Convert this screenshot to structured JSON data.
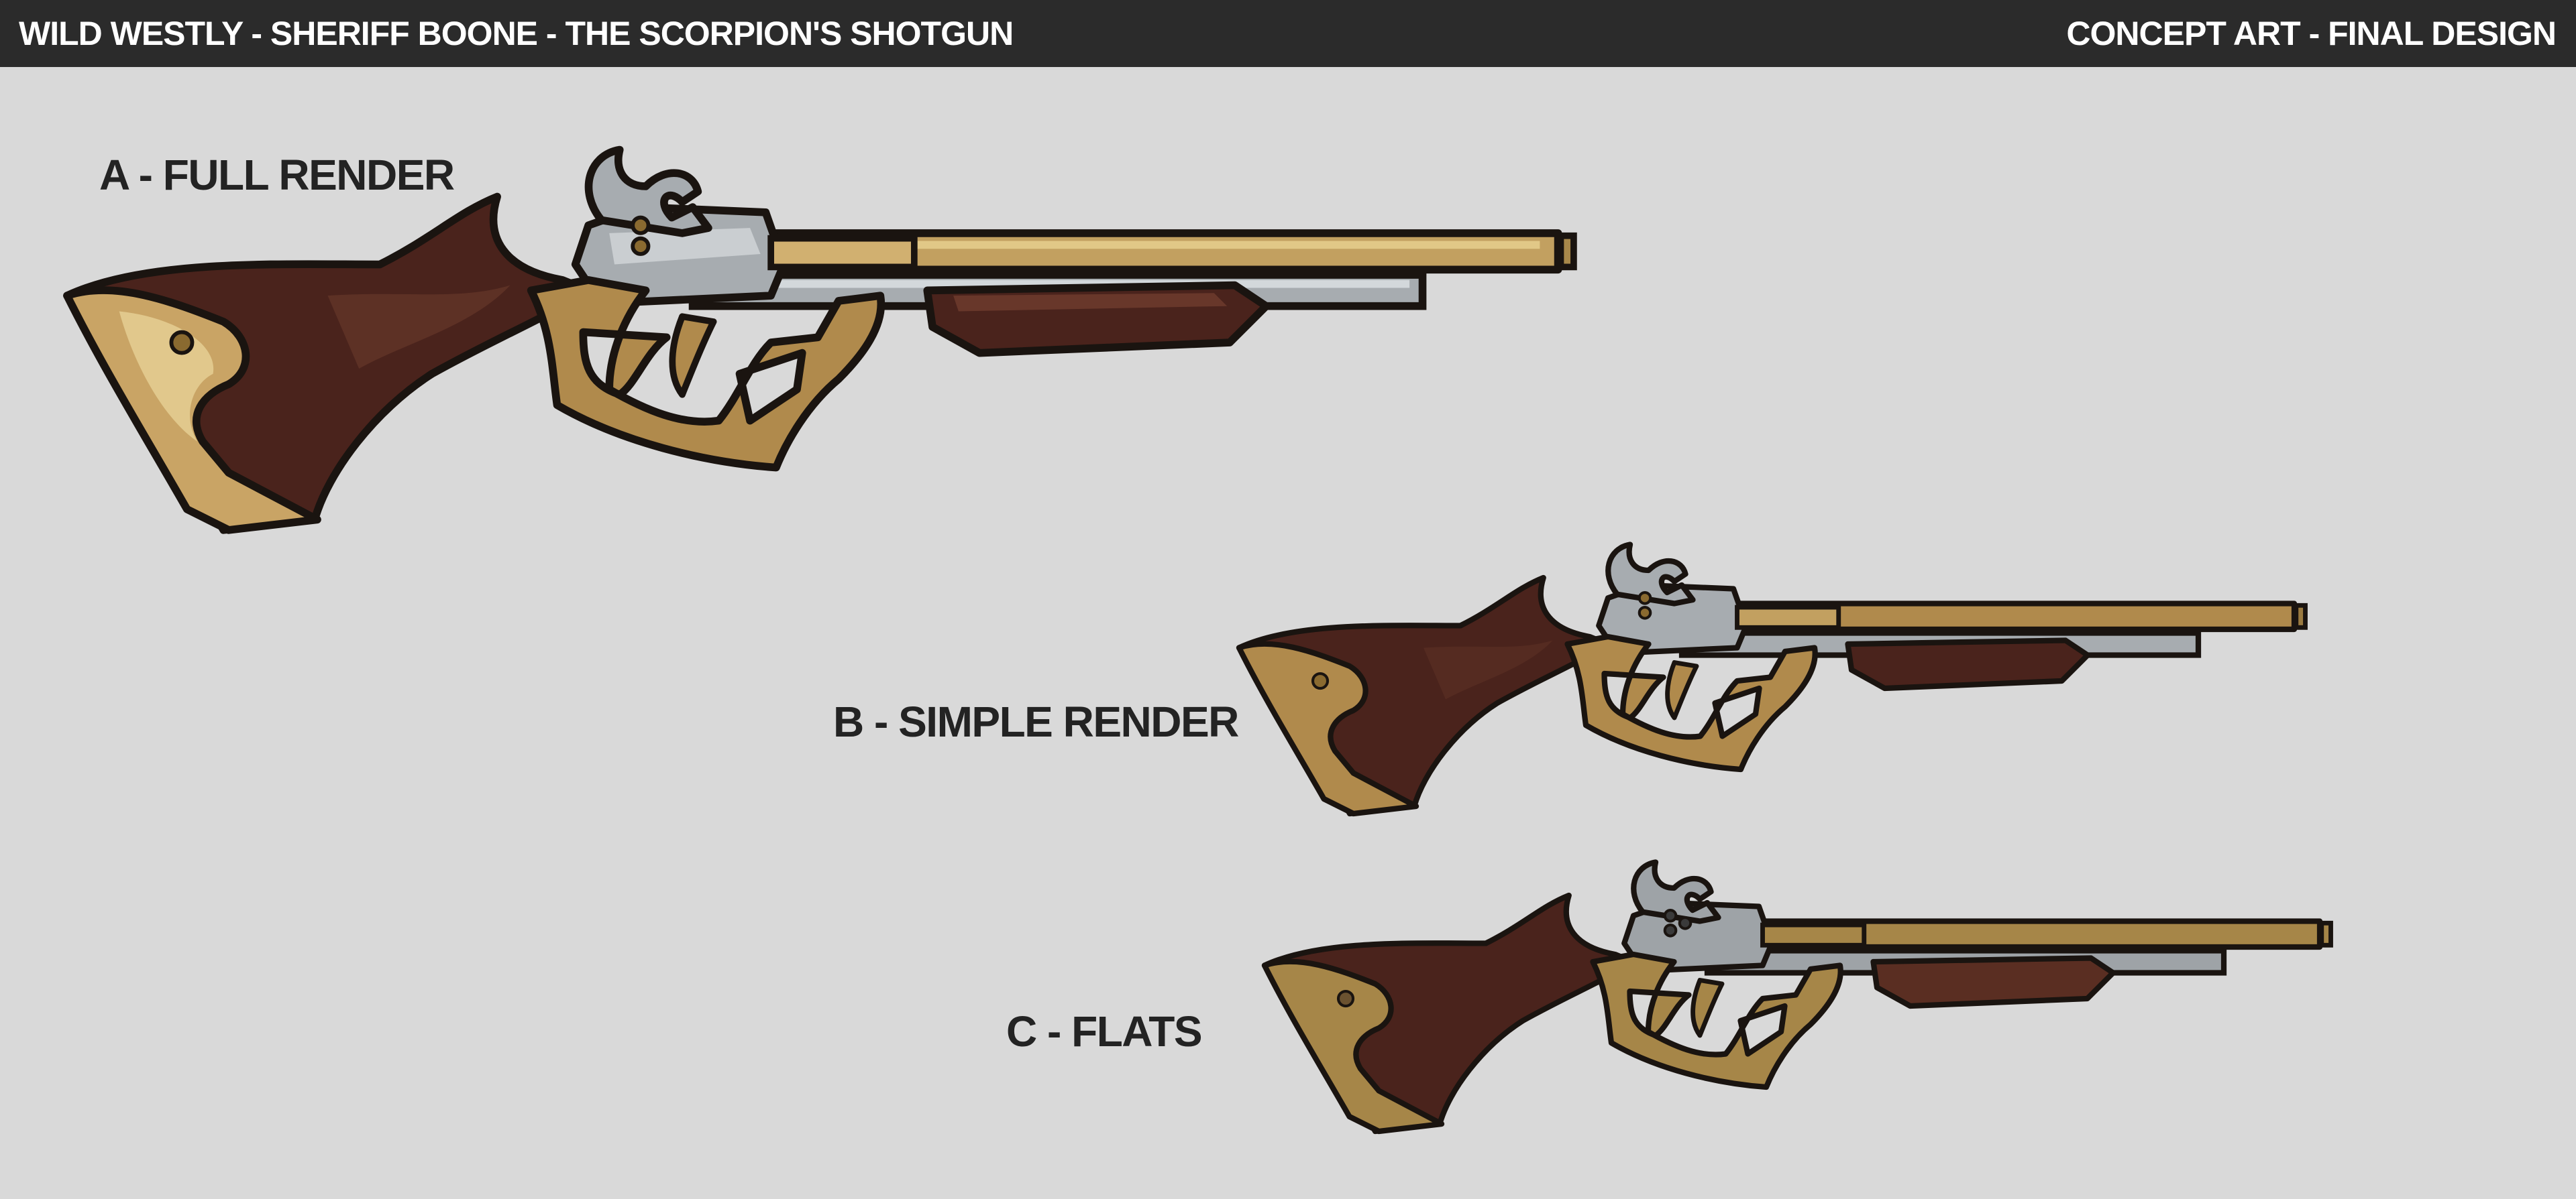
{
  "header": {
    "title": "WILD WESTLY - SHERIFF BOONE - THE SCORPION'S SHOTGUN",
    "subtitle": "CONCEPT ART - FINAL DESIGN"
  },
  "variants": [
    {
      "label": "A - FULL RENDER"
    },
    {
      "label": "B - SIMPLE RENDER"
    },
    {
      "label": "C - FLATS"
    }
  ],
  "colors": {
    "background": "#d9d9d9",
    "header_bar": "#2b2b2b",
    "header_text": "#ffffff",
    "label_text": "#232323",
    "wood": "#4a231c",
    "brass": "#b08a4c",
    "steel": "#a7acb0",
    "outline": "#1a1410"
  }
}
